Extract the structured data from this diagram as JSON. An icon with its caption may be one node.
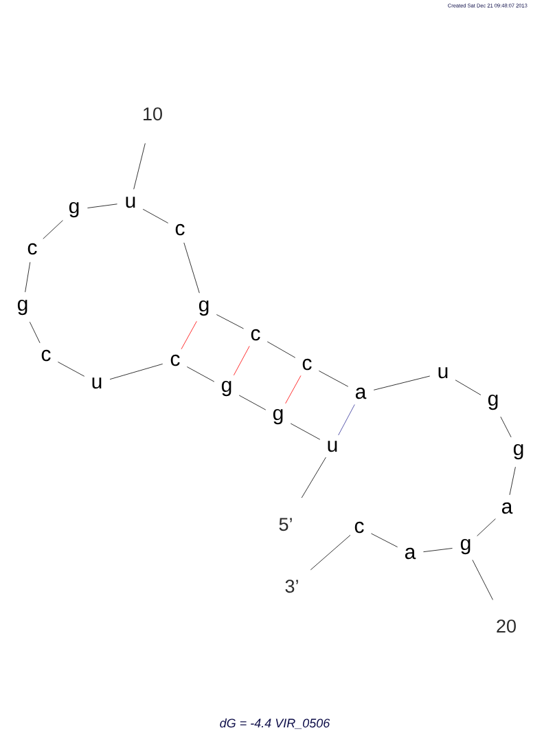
{
  "diagram": {
    "caption": "dG = -4.4 VIR_0506",
    "nodes": [
      {
        "text": [
          "5’"
        ]
      },
      {
        "text": [
          "u"
        ]
      },
      {
        "text": [
          "g"
        ]
      },
      {
        "text": [
          "g"
        ]
      },
      {
        "text": [
          "c"
        ]
      },
      {
        "text": [
          "u"
        ]
      },
      {
        "text": [
          "c"
        ]
      },
      {
        "text": [
          "g"
        ]
      },
      {
        "text": [
          "c"
        ]
      },
      {
        "text": [
          "g"
        ]
      },
      {
        "text": [
          "u"
        ]
      },
      {
        "text": [
          "c"
        ]
      },
      {
        "text": [
          "g"
        ]
      },
      {
        "text": [
          "c"
        ]
      },
      {
        "text": [
          "c"
        ]
      },
      {
        "text": [
          "a"
        ]
      },
      {
        "text": [
          "u"
        ]
      },
      {
        "text": [
          "g"
        ]
      },
      {
        "text": [
          "g"
        ]
      },
      {
        "text": [
          "a"
        ]
      },
      {
        "text": [
          "g"
        ]
      },
      {
        "text": [
          "a"
        ]
      },
      {
        "text": [
          "c"
        ]
      },
      {
        "text": [
          "3’"
        ]
      },
      {
        "text": [
          "10"
        ]
      },
      {
        "text": [
          "20"
        ]
      }
    ],
    "edges": [
      {
        "from": 0,
        "to": 1,
        "arrow": "none"
      },
      {
        "from": 1,
        "to": 2,
        "arrow": "none"
      },
      {
        "from": 2,
        "to": 3,
        "arrow": "none"
      },
      {
        "from": 3,
        "to": 4,
        "arrow": "none"
      },
      {
        "from": 4,
        "to": 5,
        "arrow": "none"
      },
      {
        "from": 5,
        "to": 6,
        "arrow": "none"
      },
      {
        "from": 6,
        "to": 7,
        "arrow": "none"
      },
      {
        "from": 7,
        "to": 8,
        "arrow": "none"
      },
      {
        "from": 8,
        "to": 9,
        "arrow": "none"
      },
      {
        "from": 9,
        "to": 10,
        "arrow": "none"
      },
      {
        "from": 10,
        "to": 11,
        "arrow": "none"
      },
      {
        "from": 11,
        "to": 12,
        "arrow": "none"
      },
      {
        "from": 12,
        "to": 13,
        "arrow": "none"
      },
      {
        "from": 13,
        "to": 14,
        "arrow": "none"
      },
      {
        "from": 14,
        "to": 15,
        "arrow": "none"
      },
      {
        "from": 15,
        "to": 16,
        "arrow": "none"
      },
      {
        "from": 16,
        "to": 17,
        "arrow": "none"
      },
      {
        "from": 17,
        "to": 18,
        "arrow": "none"
      },
      {
        "from": 18,
        "to": 19,
        "arrow": "none"
      },
      {
        "from": 19,
        "to": 20,
        "arrow": "none"
      },
      {
        "from": 20,
        "to": 21,
        "arrow": "none"
      },
      {
        "from": 21,
        "to": 22,
        "arrow": "none"
      },
      {
        "from": 22,
        "to": 23,
        "arrow": "none"
      },
      {
        "from": 10,
        "to": 24,
        "arrow": "none"
      },
      {
        "from": 20,
        "to": 25,
        "arrow": "none"
      },
      {
        "from": 4,
        "to": 12,
        "arrow": "none",
        "color": "#ff0000"
      },
      {
        "from": 3,
        "to": 13,
        "arrow": "none",
        "color": "#ff0000"
      },
      {
        "from": 2,
        "to": 14,
        "arrow": "none",
        "color": "#ff0000"
      },
      {
        "from": 1,
        "to": 15,
        "arrow": "none",
        "color": "#333399"
      }
    ],
    "labels": [
      "Created Sat Dec 21 09:48:07 2013"
    ]
  }
}
